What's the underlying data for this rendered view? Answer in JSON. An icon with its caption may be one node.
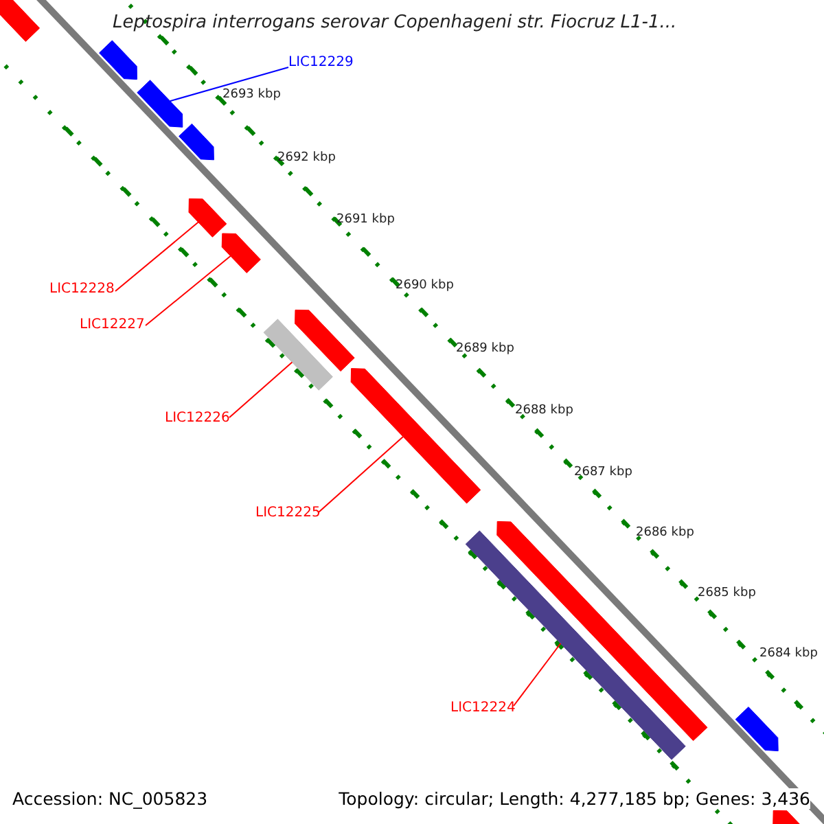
{
  "diagram": {
    "title": "Leptospira interrogans serovar Copenhageni str. Fiocruz L1-1...",
    "nodes": [
      {
        "text": [
          "LIC12229"
        ]
      },
      {
        "text": [],
        "shape": "pentagon"
      },
      {
        "text": [],
        "shape": "pentagon"
      },
      {
        "text": [],
        "shape": "pentagon"
      },
      {
        "text": [],
        "shape": "pentagon"
      },
      {
        "text": [],
        "shape": "pentagon"
      },
      {
        "text": [],
        "shape": "pentagon"
      },
      {
        "text": [
          "LIC12228"
        ]
      },
      {
        "text": [
          "LIC12227"
        ]
      },
      {
        "text": [],
        "shape": "pentagon"
      },
      {
        "text": [],
        "shape": "bar"
      },
      {
        "text": [
          "LIC12226"
        ]
      },
      {
        "text": [],
        "shape": "pentagon"
      },
      {
        "text": [
          "LIC12225"
        ]
      },
      {
        "text": [],
        "shape": "pentagon"
      },
      {
        "text": [],
        "shape": "bar"
      },
      {
        "text": [
          "LIC12224"
        ]
      },
      {
        "text": [],
        "shape": "pentagon"
      },
      {
        "text": [],
        "shape": "pentagon"
      }
    ],
    "edges": [
      {
        "from": 0,
        "to": 3,
        "arrow": "none",
        "color": "#0000ff"
      },
      {
        "from": 7,
        "to": 5,
        "arrow": "none"
      },
      {
        "from": 8,
        "to": 6,
        "arrow": "none"
      },
      {
        "from": 11,
        "to": 10,
        "arrow": "none"
      },
      {
        "from": 13,
        "to": 12,
        "arrow": "none"
      },
      {
        "from": 16,
        "to": 15,
        "arrow": "none"
      }
    ],
    "labels": [
      "2693 kbp",
      "2692 kbp",
      "2691 kbp",
      "2690 kbp",
      "2689 kbp",
      "2688 kbp",
      "2687 kbp",
      "2686 kbp",
      "2685 kbp",
      "2684 kbp",
      "Accession: NC_005823",
      "Topology: circular; Length: 4,277,185 bp; Genes: 3,436"
    ]
  }
}
